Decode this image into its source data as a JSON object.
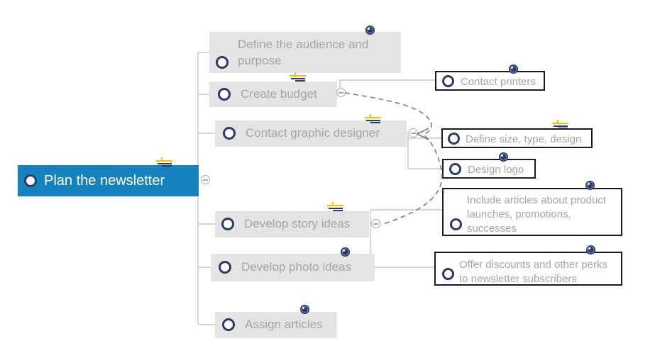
{
  "app": {
    "type": "mind-map",
    "background": "#ffffff"
  },
  "colors": {
    "root_fill": "#1581bd",
    "root_text": "#ffffff",
    "topic_fill": "#e4e4e4",
    "topic_text": "#a6a6a6",
    "subtopic_border": "#1b1b1b",
    "circle_marker": "#2b3a6b",
    "connector": "#c9c9c9",
    "relationship_dash": "#7d7d7d",
    "notes_icon_yellow": "#f2c200",
    "notes_icon_navy": "#2b3a6b"
  },
  "root": {
    "label": "Plan the newsletter"
  },
  "topics": [
    {
      "label": "Define the audience and purpose",
      "icons": [
        "clock-icon"
      ]
    },
    {
      "label": "Create budget",
      "icons": [
        "notes-icon"
      ],
      "collapsed_control": true
    },
    {
      "label": "Contact graphic designer",
      "icons": [
        "notes-icon"
      ],
      "collapsed_control": true
    },
    {
      "label": "Develop story ideas",
      "icons": [
        "notes-icon"
      ],
      "collapsed_control": true
    },
    {
      "label": "Develop photo ideas",
      "icons": [
        "clock-icon"
      ]
    },
    {
      "label": "Assign articles",
      "icons": [
        "clock-icon"
      ]
    }
  ],
  "subtopics": [
    {
      "label": "Contact printers",
      "parent": "Create budget",
      "icons": [
        "clock-icon"
      ]
    },
    {
      "label": "Define size, type, design",
      "parent": "Contact graphic designer",
      "icons": [
        "notes-icon"
      ]
    },
    {
      "label": "Design logo",
      "parent": "Contact graphic designer",
      "icons": [
        "clock-icon"
      ]
    },
    {
      "label": "Include articles about product launches, promotions, successes",
      "parent": "Develop story ideas",
      "icons": [
        "clock-icon"
      ]
    },
    {
      "label": "Offer discounts and other perks to newsletter subscribers",
      "parent": "Develop photo ideas",
      "icons": [
        "clock-icon"
      ]
    }
  ],
  "relationships": [
    {
      "style": "dashed-curve",
      "endpoints": [
        "Create budget",
        "Develop story ideas"
      ],
      "arrow_near": "Contact graphic designer"
    }
  ],
  "icon_legend": {
    "clock-icon": "navy disc with white dot (task/timing indicator)",
    "notes-icon": "yellow and navy lines (topic notes indicator)",
    "minus-circle-icon": "collapse branch control"
  }
}
